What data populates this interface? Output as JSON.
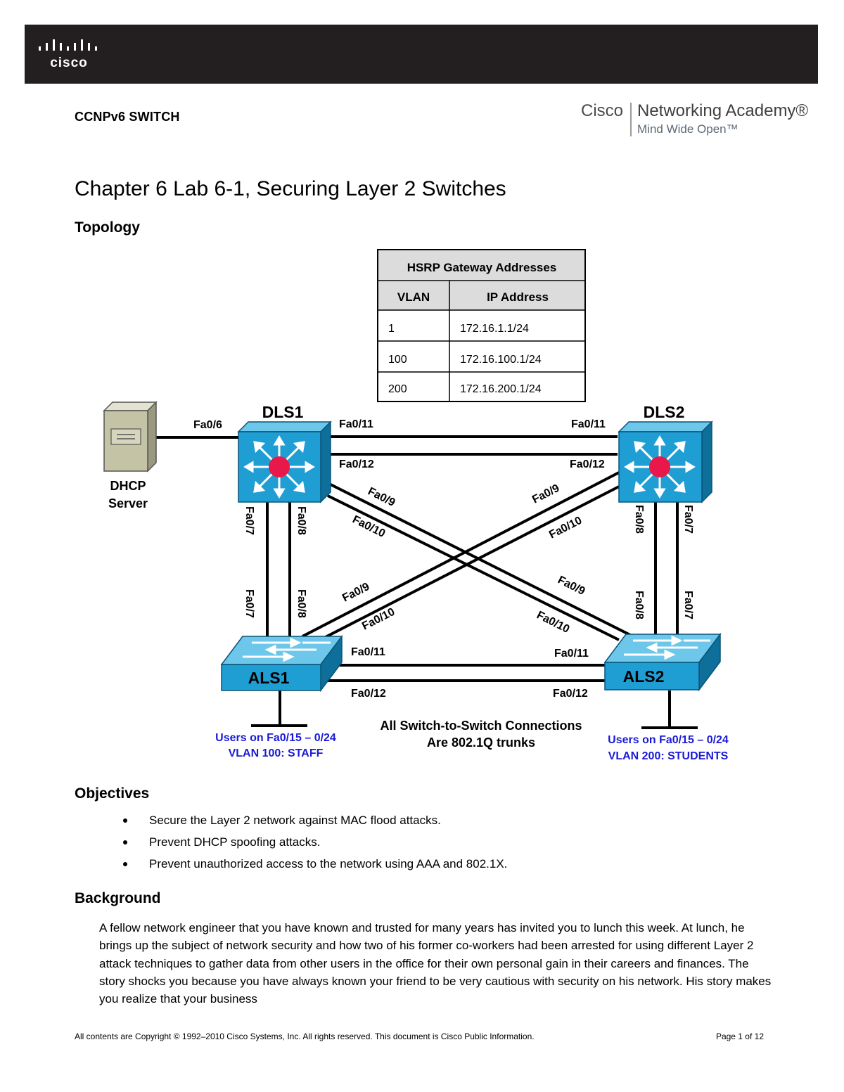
{
  "header": {
    "logo_text": "cisco",
    "course_label": "CCNPv6 SWITCH",
    "academy": {
      "brand": "Cisco",
      "name": "Networking Academy®",
      "tagline": "Mind Wide Open™"
    }
  },
  "document": {
    "title": "Chapter 6 Lab 6-1, Securing Layer 2 Switches",
    "sections": {
      "topology": "Topology",
      "objectives": "Objectives",
      "background": "Background"
    }
  },
  "hsrp_table": {
    "title": "HSRP Gateway Addresses",
    "columns": [
      "VLAN",
      "IP Address"
    ],
    "rows": [
      {
        "vlan": "1",
        "ip": "172.16.1.1/24"
      },
      {
        "vlan": "100",
        "ip": "172.16.100.1/24"
      },
      {
        "vlan": "200",
        "ip": "172.16.200.1/24"
      }
    ]
  },
  "topology": {
    "devices": {
      "dls1": "DLS1",
      "dls2": "DLS2",
      "als1": "ALS1",
      "als2": "ALS2",
      "server": "DHCP\nServer"
    },
    "ports": {
      "dls1_fa06": "Fa0/6",
      "dls1_fa011": "Fa0/11",
      "dls1_fa012": "Fa0/12",
      "dls1_fa09": "Fa0/9",
      "dls1_fa010": "Fa0/10",
      "dls1_fa07": "Fa0/7",
      "dls1_fa08": "Fa0/8",
      "dls2_fa011": "Fa0/11",
      "dls2_fa012": "Fa0/12",
      "dls2_fa09": "Fa0/9",
      "dls2_fa010": "Fa0/10",
      "dls2_fa08": "Fa0/8",
      "dls2_fa07": "Fa0/7",
      "als1_fa07": "Fa0/7",
      "als1_fa08": "Fa0/8",
      "als1_fa09": "Fa0/9",
      "als1_fa010": "Fa0/10",
      "als1_fa011": "Fa0/11",
      "als1_fa012": "Fa0/12",
      "als2_fa09": "Fa0/9",
      "als2_fa010": "Fa0/10",
      "als2_fa08": "Fa0/8",
      "als2_fa07": "Fa0/7",
      "als2_fa011": "Fa0/11",
      "als2_fa012": "Fa0/12"
    },
    "notes": {
      "trunks_line1": "All Switch-to-Switch Connections",
      "trunks_line2": "Are 802.1Q trunks",
      "als1_users": "Users on Fa0/15 – 0/24",
      "als1_vlan": "VLAN 100: STAFF",
      "als2_users": "Users on Fa0/15 – 0/24",
      "als2_vlan": "VLAN 200: STUDENTS"
    },
    "colors": {
      "switch_face": "#1f9ed4",
      "switch_top": "#6cc7ea",
      "switch_side": "#0e6f9a",
      "router_dot": "#e8184a",
      "user_note": "#1a1ad6",
      "server": "#c4c3a5"
    }
  },
  "objectives": [
    "Secure the Layer 2 network against MAC flood attacks.",
    "Prevent DHCP spoofing attacks.",
    "Prevent unauthorized access to the network using AAA and 802.1X."
  ],
  "background_paragraph": "A fellow network engineer that you have known and trusted for many years has invited you to lunch this week. At lunch, he brings up the subject of network security and how two of his former co-workers had been arrested for using different Layer 2 attack techniques to gather data from other users in the office for their own personal gain in their careers and finances. The story shocks you because you have always known your friend to be very cautious with security on his network. His story makes you realize that your business",
  "footer": {
    "copyright": "All contents are Copyright © 1992–2010 Cisco Systems, Inc. All rights reserved. This document is Cisco Public Information.",
    "page": "Page 1 of 12"
  }
}
